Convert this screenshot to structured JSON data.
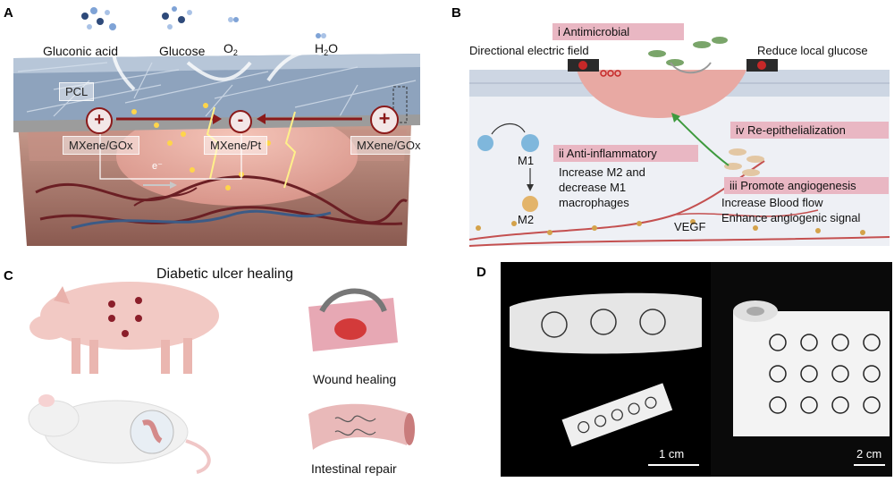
{
  "panel_a": {
    "label": "A",
    "gluconic_acid": "Gluconic acid",
    "glucose": "Glucose",
    "o2_main": "O",
    "o2_sub": "2",
    "h2o_pre": "H",
    "h2o_sub": "2",
    "h2o_post": "O",
    "pcl": "PCL",
    "plus_left": "+",
    "minus_center": "-",
    "plus_right": "+",
    "mxene_gox_left": "MXene/GOx",
    "mxene_pt": "MXene/Pt",
    "mxene_gox_right": "MXene/GOx",
    "electron": "e⁻"
  },
  "panel_b": {
    "label": "B",
    "antimicrobial": "i  Antimicrobial",
    "directional_field": "Directional electric field",
    "reduce_glucose": "Reduce local glucose",
    "anti_inflammatory": "ii  Anti-inflammatory",
    "anti_inflammatory_desc_1": "Increase M2 and",
    "anti_inflammatory_desc_2": "decrease M1",
    "anti_inflammatory_desc_3": "macrophages",
    "m1": "M1",
    "m2": "M2",
    "reepithelialization": "iv  Re-epithelialization",
    "angiogenesis": "iii  Promote angiogenesis",
    "angiogenesis_desc_1": "Increase Blood flow",
    "angiogenesis_desc_2": "Enhance angiogenic  signal",
    "vegf": "VEGF"
  },
  "panel_c": {
    "label": "C",
    "title": "Diabetic ulcer healing",
    "wound_healing": "Wound healing",
    "intestinal_repair": "Intestinal repair"
  },
  "panel_d": {
    "label": "D",
    "scale_1": "1 cm",
    "scale_2": "2 cm"
  }
}
